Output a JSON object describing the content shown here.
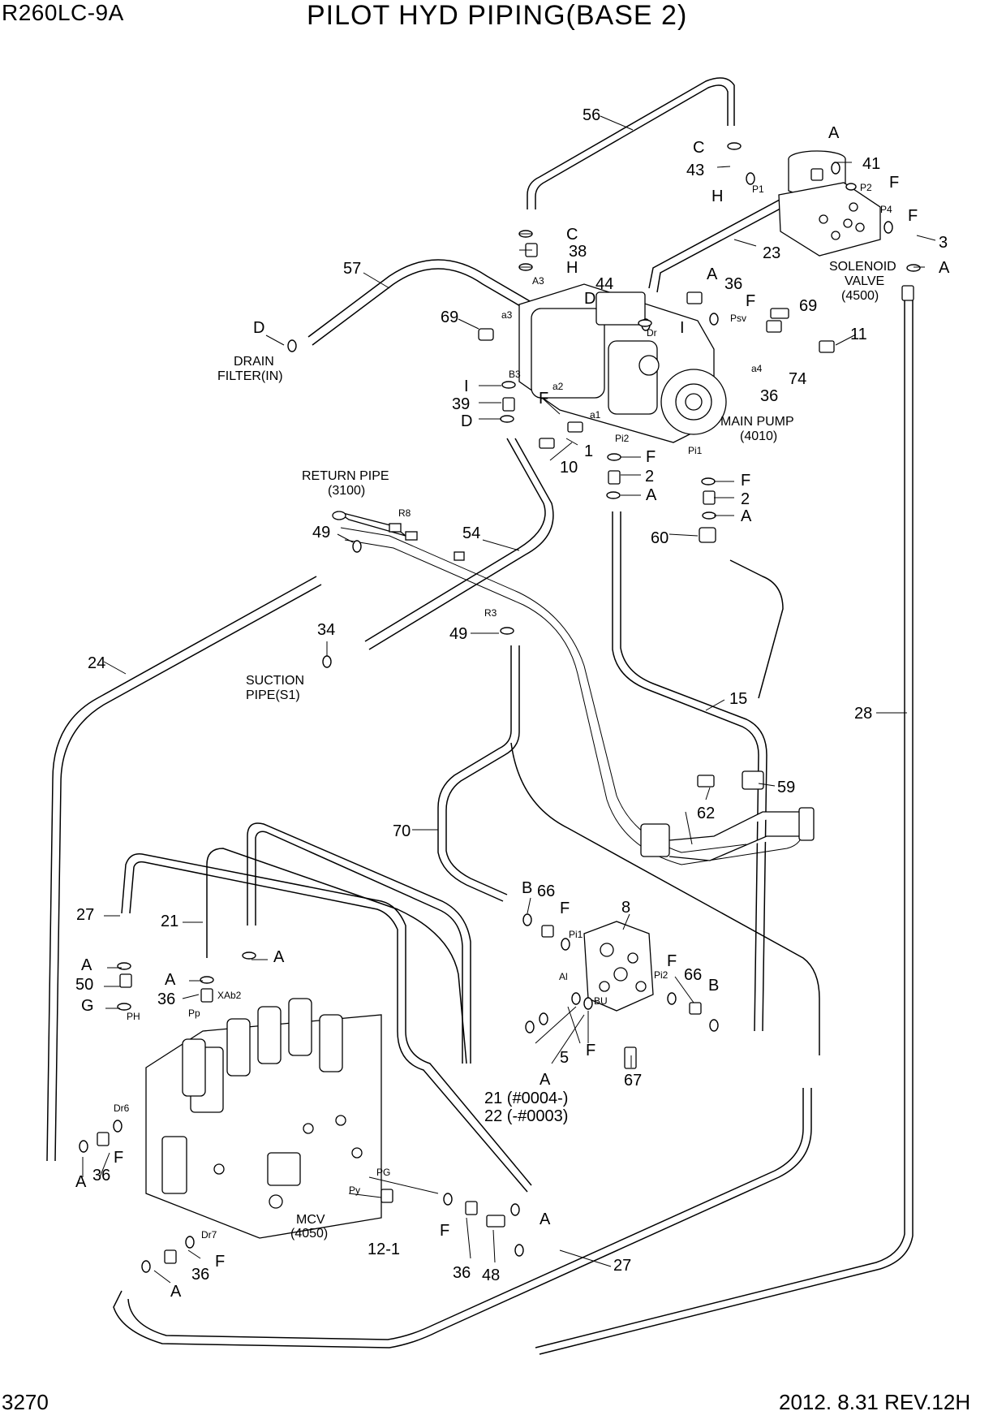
{
  "header": {
    "model": "R260LC-9A",
    "title": "PILOT HYD PIPING(BASE 2)"
  },
  "footer": {
    "page_number": "3270",
    "date_rev": "2012. 8.31  REV.12H"
  },
  "components": {
    "solenoid_valve": [
      "SOLENOID",
      "VALVE",
      "(4500)"
    ],
    "main_pump": [
      "MAIN PUMP",
      "(4010)"
    ],
    "drain_filter": [
      "DRAIN",
      "FILTER(IN)"
    ],
    "return_pipe": [
      "RETURN PIPE",
      "(3100)"
    ],
    "suction_pipe": [
      "SUCTION",
      "PIPE(S1)"
    ],
    "mcv": [
      "MCV",
      "(4050)"
    ]
  },
  "callouts": {
    "c56": "56",
    "c57": "57",
    "c23": "23",
    "c41": "41",
    "c43": "43",
    "c3": "3",
    "c38": "38",
    "c44": "44",
    "c36a": "36",
    "c36b": "36",
    "c69a": "69",
    "c69b": "69",
    "c11": "11",
    "c74": "74",
    "c39": "39",
    "c1": "1",
    "c10": "10",
    "c2a": "2",
    "c2b": "2",
    "c60": "60",
    "c49a": "49",
    "c49b": "49",
    "c54": "54",
    "c34": "34",
    "c24": "24",
    "c15": "15",
    "c28": "28",
    "c59": "59",
    "c62": "62",
    "c70": "70",
    "c8": "8",
    "c66a": "66",
    "c66b": "66",
    "c67": "67",
    "c5": "5",
    "c27a": "27",
    "c27b": "27",
    "c21": "21",
    "c50": "50",
    "c36c": "36",
    "c36d": "36",
    "c36e": "36",
    "c36f": "36",
    "c48": "48",
    "c12": "12-1",
    "c21_22": [
      "21 (#0004-)",
      "22 (-#0003)"
    ]
  },
  "letters": {
    "A": "A",
    "C": "C",
    "D": "D",
    "F": "F",
    "G": "G",
    "H": "H",
    "I": "I",
    "B": "B"
  },
  "ports": {
    "P1": "P1",
    "P2": "P2",
    "P4": "P4",
    "Psv": "Psv",
    "a3": "a3",
    "A3": "A3",
    "B3": "B3",
    "Dr": "Dr",
    "a4": "a4",
    "a2": "a2",
    "a1": "a1",
    "Pi2": "Pi2",
    "Pi1": "Pi1",
    "R8": "R8",
    "R3": "R3",
    "XAb2": "XAb2",
    "Pp": "Pp",
    "PH": "PH",
    "Dr6": "Dr6",
    "Dr7": "Dr7",
    "Py": "Py",
    "PG": "PG",
    "Al": "Al",
    "BU": "BU",
    "Pi1v": "Pi1",
    "Pi2v": "Pi2"
  }
}
